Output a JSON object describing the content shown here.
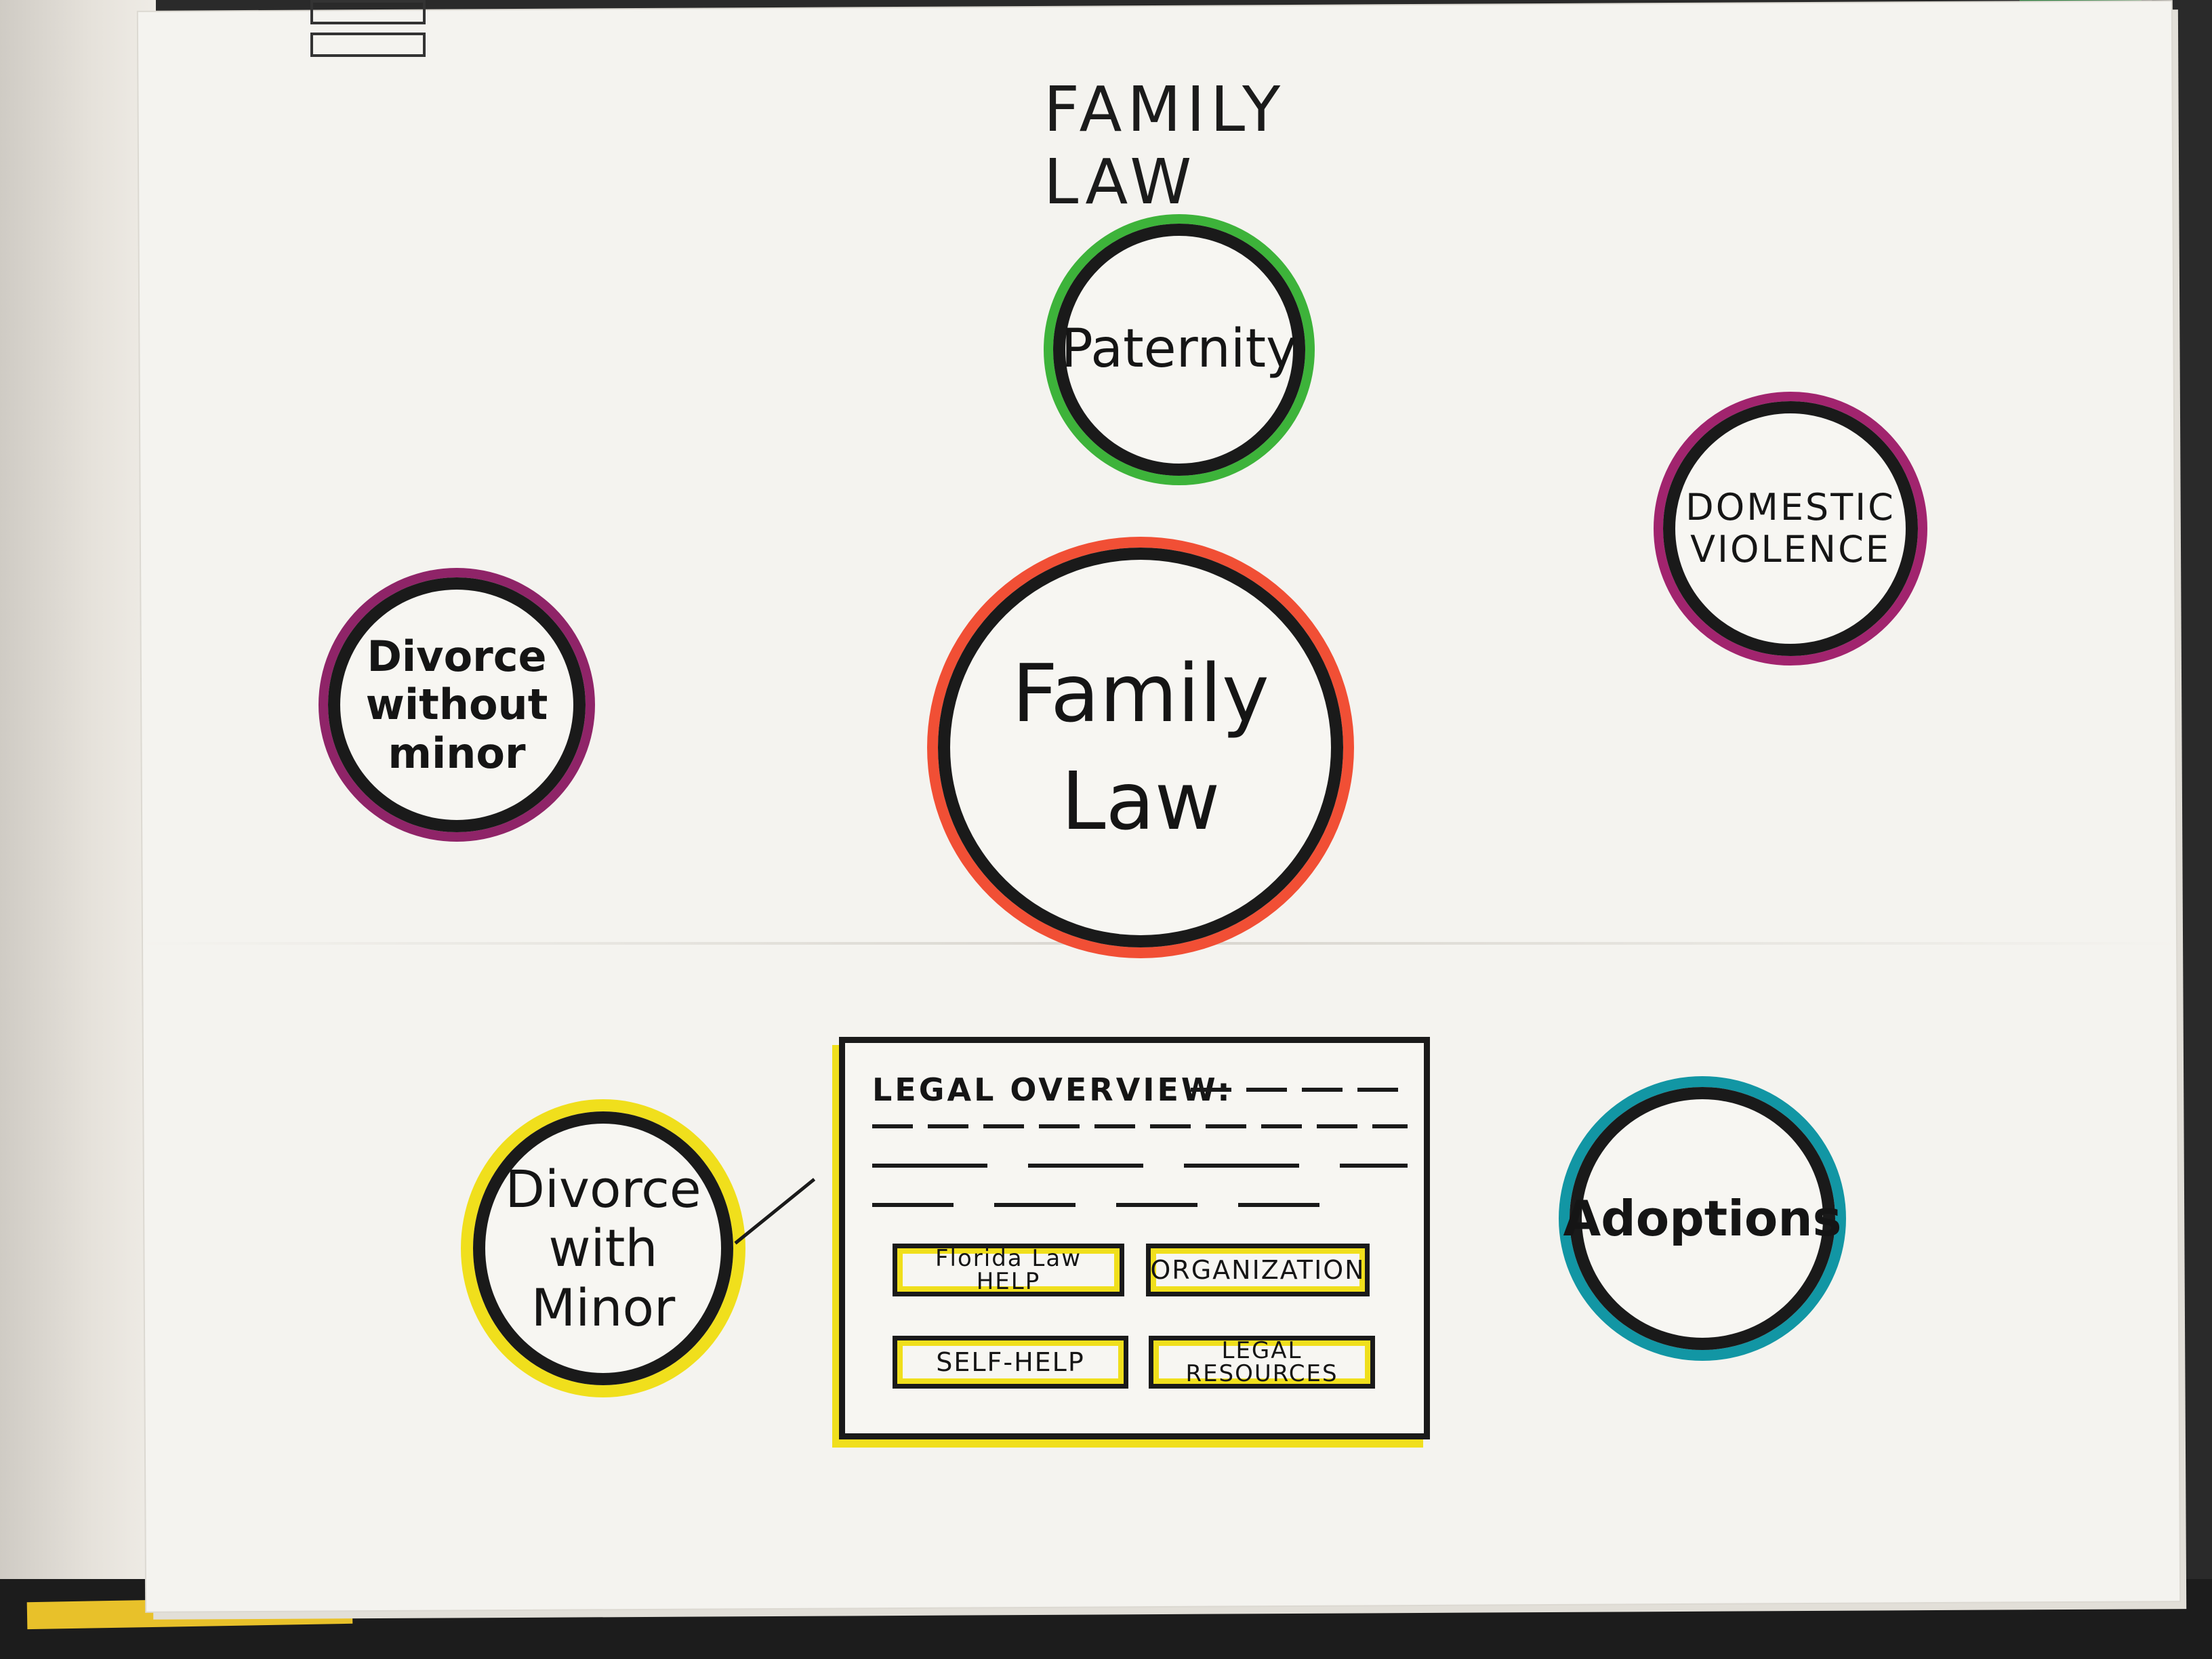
{
  "title": "FAMILY LAW",
  "hub": {
    "label": "Family\nLaw",
    "ring_color": "#f14f35"
  },
  "topics": [
    {
      "label": "Paternity",
      "ring_color": "#3db33a"
    },
    {
      "label": "DOMESTIC\nVIOLENCE",
      "ring_color": "#a1246e"
    },
    {
      "label": "Divorce\nwithout\nminor",
      "ring_color": "#8f2468"
    },
    {
      "label": "Divorce\nwith\nMinor",
      "ring_color": "#f0df1c"
    },
    {
      "label": "Adoptions",
      "ring_color": "#1296a4"
    }
  ],
  "overview_panel": {
    "heading": "LEGAL OVERVIEW:",
    "buttons": [
      {
        "label": "Florida Law\nHELP"
      },
      {
        "label": "ORGANIZATION"
      },
      {
        "label": "SELF-HELP"
      },
      {
        "label": "LEGAL RESOURCES"
      }
    ],
    "accent_color": "#f0df1c"
  }
}
